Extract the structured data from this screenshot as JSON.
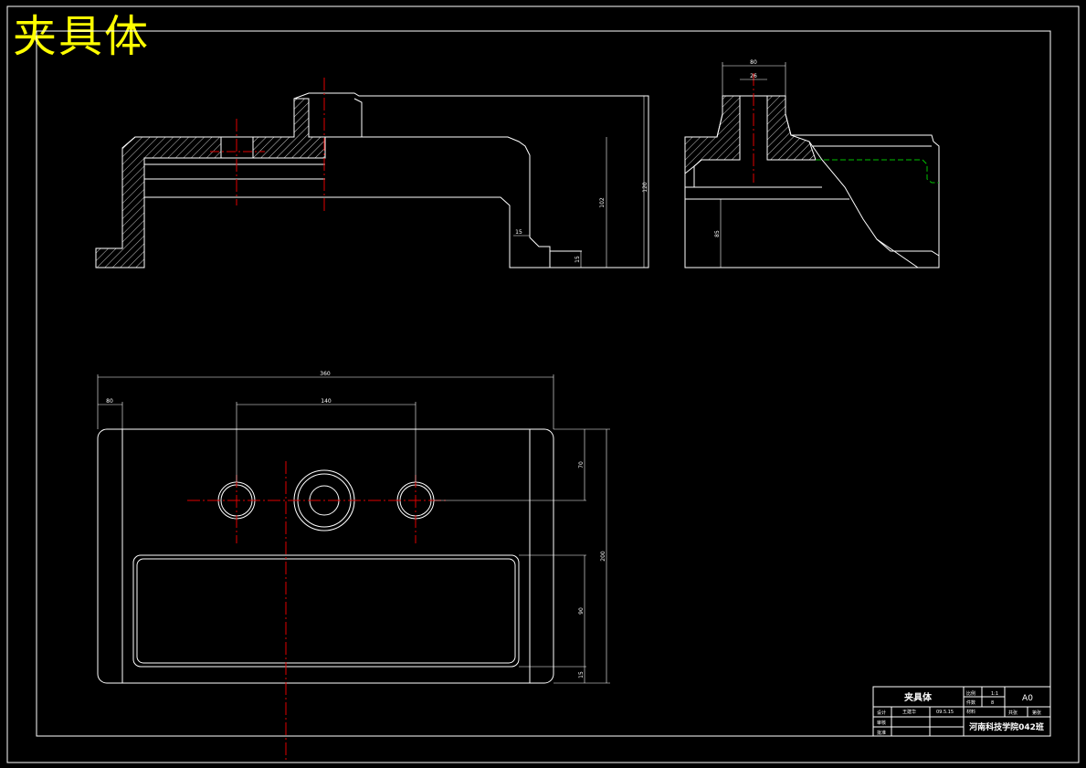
{
  "drawing_title": "夹具体",
  "dimensions": {
    "top_width_small": "80",
    "top_hole_dia": "26",
    "right_height_1": "120",
    "right_height_2": "102",
    "step_15": "15",
    "step_10": "15",
    "side_height": "85",
    "plan_width": "360",
    "plan_left_offset": "80",
    "hole_spacing": "140",
    "plan_height": "200",
    "hole_row_offset": "70",
    "pocket_height": "90",
    "bottom_margin": "15"
  },
  "title_block": {
    "part_name": "夹具体",
    "scale_label": "比例",
    "scale_value": "1:1",
    "qty_label": "件数",
    "qty_value": "8",
    "sheet_size": "A0",
    "designer_label": "设计",
    "designer_name": "王建华",
    "design_date": "09.5.15",
    "material_label": "材料",
    "checker_label": "审核",
    "approver_label": "批准",
    "drawing_no_label": "共张",
    "sheet_label": "第张",
    "school": "河南科技学院042班"
  }
}
